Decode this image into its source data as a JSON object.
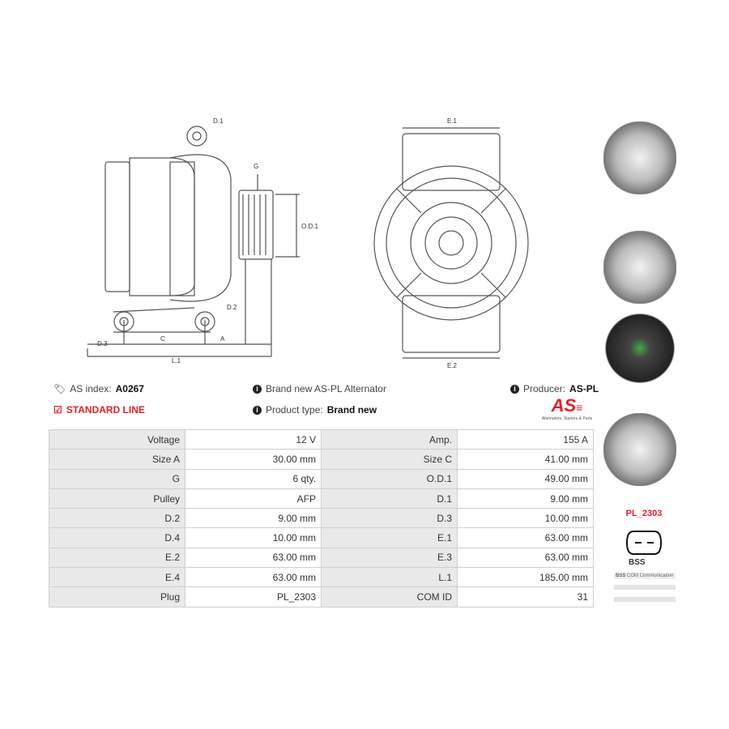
{
  "diagram": {
    "labels": {
      "d1": "D.1",
      "g": "G",
      "od1": "O.D.1",
      "d2": "D.2",
      "d3": "D.3",
      "c": "C",
      "a": "A",
      "l1": "L.1",
      "e1": "E.1",
      "e2": "E.2"
    }
  },
  "info": {
    "as_index_label": "AS index:",
    "as_index_value": "A0267",
    "standard_line": "STANDARD LINE",
    "brand_new": "Brand new AS-PL Alternator",
    "product_type_label": "Product type:",
    "product_type_value": "Brand new",
    "producer_label": "Producer:",
    "producer_value": "AS-PL",
    "logo_text": "AS",
    "logo_tagline": "Alternators, Starters & Parts"
  },
  "specs": [
    [
      "Voltage",
      "12 V",
      "Amp.",
      "155 A"
    ],
    [
      "Size A",
      "30.00 mm",
      "Size C",
      "41.00 mm"
    ],
    [
      "G",
      "6 qty.",
      "O.D.1",
      "49.00 mm"
    ],
    [
      "Pulley",
      "AFP",
      "D.1",
      "9.00 mm"
    ],
    [
      "D.2",
      "9.00 mm",
      "D.3",
      "10.00 mm"
    ],
    [
      "D.4",
      "10.00 mm",
      "E.1",
      "63.00 mm"
    ],
    [
      "E.2",
      "63.00 mm",
      "E.3",
      "63.00 mm"
    ],
    [
      "E.4",
      "63.00 mm",
      "L.1",
      "185.00 mm"
    ],
    [
      "Plug",
      "PL_2303",
      "COM ID",
      "31"
    ]
  ],
  "plug": {
    "code": "PL_2303",
    "type": "BSS",
    "com_tag": "BSS",
    "com_label": "COM Communication"
  },
  "colors": {
    "accent": "#e0202a"
  }
}
